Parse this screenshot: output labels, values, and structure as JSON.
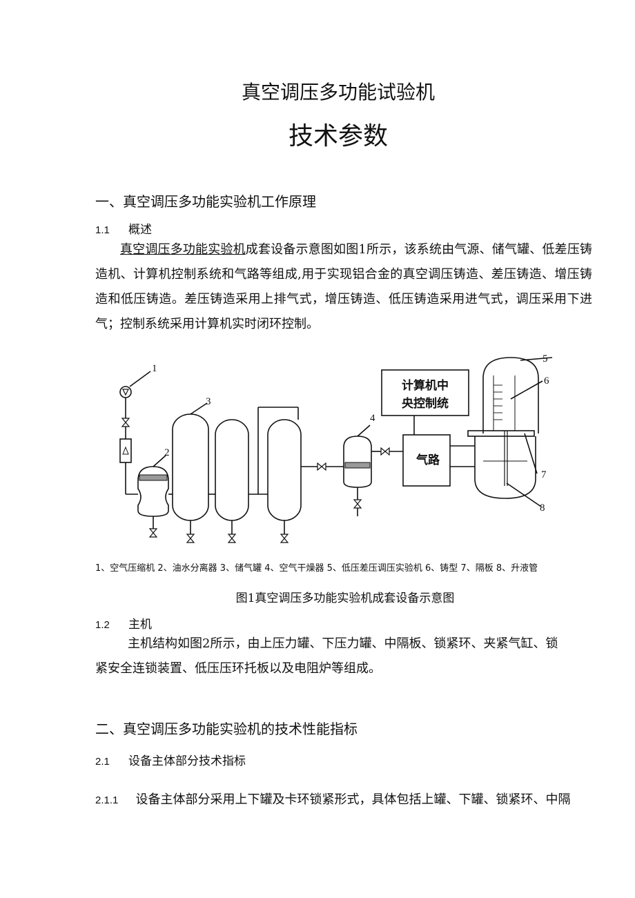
{
  "title": "真空调压多功能试验机",
  "subtitle": "技术参数",
  "section1": {
    "heading": "一、真空调压多功能实验机工作原理",
    "s11_num": "1.1",
    "s11_title": "概述",
    "s11_link": "真空调压多功能实验机",
    "s11_body": "成套设备示意图如图1所示，该系统由气源、储气罐、低差压铸造机、计算机控制系统和气路等组成,用于实现铝合金的真空调压铸造、差压铸造、增压铸造和低压铸造。差压铸造采用上排气式，增压铸造、低压铸造采用进气式，调压采用下进气；控制系统采用计算机实时闭环控制。",
    "s12_num": "1.2",
    "s12_title": "主机",
    "s12_body_line1": "主机结构如图2所示，由上压力罐、下压力罐、中隔板、锁紧环、夹紧气缸、锁",
    "s12_body_line2": "紧安全连锁装置、低压压环托板以及电阻炉等组成。"
  },
  "figure1": {
    "labels": [
      "1",
      "2",
      "3",
      "4",
      "5",
      "6",
      "7",
      "8"
    ],
    "control_box_line1": "计算机中",
    "control_box_line2": "央控制统",
    "gas_box": "气路",
    "legend": "1、空气压缩机 2、油水分离器 3、储气罐 4、空气干燥器 5、低压差压调压实验机 6、铸型 7、隔板 8、升液管",
    "caption": "图1真空调压多功能实验机成套设备示意图"
  },
  "section2": {
    "heading": "二、真空调压多功能实验机的技术性能指标",
    "s21_num": "2.1",
    "s21_title": "设备主体部分技术指标",
    "s211_num": "2.1.1",
    "s211_body": "设备主体部分采用上下罐及卡环锁紧形式，具体包括上罐、下罐、锁紧环、中隔"
  }
}
